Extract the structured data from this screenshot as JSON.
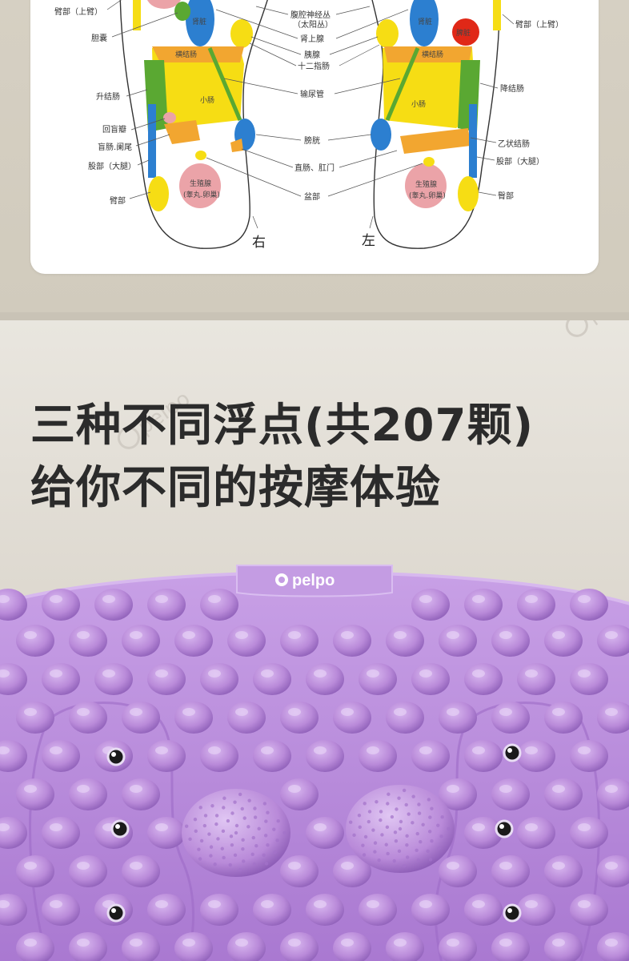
{
  "chart": {
    "labels_left": {
      "upper_arm": "臂部（上臂）",
      "gallbladder": "胆囊",
      "ascending_colon": "升结肠",
      "ileocecal_valve": "回盲瓣",
      "cecum_appendix": "盲肠.阑尾",
      "thigh": "股部（大腿）",
      "buttocks": "臂部"
    },
    "labels_center": {
      "solar_plexus_1": "腹腔神经丛",
      "solar_plexus_2": "（太阳丛）",
      "adrenal": "肾上腺",
      "pancreas": "胰腺",
      "duodenum": "十二指肠",
      "ureter": "输尿管",
      "bladder": "膀胱",
      "rectum_anus": "直肠、肛门",
      "pelvis": "盆部"
    },
    "labels_right": {
      "upper_arm": "臂部（上臂）",
      "descending_colon": "降结肠",
      "sigmoid_colon": "乙状结肠",
      "thigh": "股部（大腿）",
      "buttocks": "臀部"
    },
    "labels_inside": {
      "kidney_r": "肾脏",
      "kidney_l": "肾脏",
      "spleen": "脾脏",
      "transverse_colon_r": "横结肠",
      "transverse_colon_l": "横结肠",
      "small_intestine_r": "小肠",
      "small_intestine_l": "小肠",
      "gonad_r_1": "生殖腺",
      "gonad_r_2": "(睾丸.卵巢)",
      "gonad_l_1": "生殖腺",
      "gonad_l_2": "(睾丸.卵巢)"
    },
    "foot_right_label": "右",
    "foot_left_label": "左"
  },
  "promo": {
    "headline_line1": "三种不同浮点(共207颗)",
    "headline_line2": "给你不同的按摩体验",
    "brand": "pelpo",
    "watermark": "pelpo"
  },
  "colors": {
    "mat": "#b98ad9",
    "mat_dark": "#9e6fc4",
    "yellow": "#f6dd14",
    "green": "#5aa832",
    "blue": "#2c7fd0",
    "pink": "#eba3a8",
    "orange": "#f2a630",
    "red": "#e02817"
  }
}
